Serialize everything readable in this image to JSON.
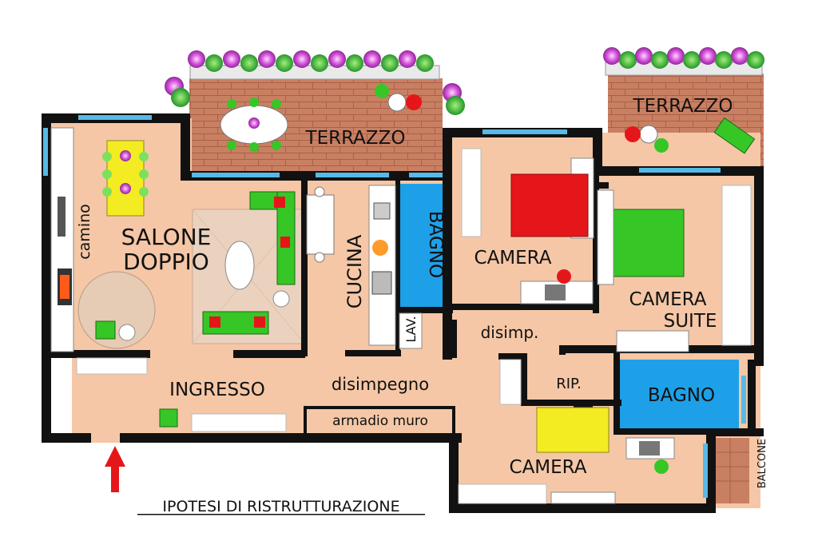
{
  "title": "IPOTESI DI RISTRUTTURAZIONE",
  "rooms": {
    "terrazzo_left": "TERRAZZO",
    "terrazzo_right": "TERRAZZO",
    "salone_line1": "SALONE",
    "salone_line2": "DOPPIO",
    "camino": "camino",
    "cucina": "CUCINA",
    "bagno_small": "BAGNO",
    "lav": "LAV.",
    "camera_top": "CAMERA",
    "camera_suite_line1": "CAMERA",
    "camera_suite_line2": "SUITE",
    "disimp": "disimp.",
    "ingresso": "INGRESSO",
    "disimpegno": "disimpegno",
    "armadio_muro": "armadio muro",
    "rip": "RIP.",
    "bagno_large": "BAGNO",
    "camera_bottom": "CAMERA",
    "balcone": "BALCONE"
  },
  "colors": {
    "floor": "#f5c7a6",
    "terrace": "#c97f61",
    "wall": "#111111",
    "window": "#56b9e6",
    "bathroom": "#1ea0e8",
    "bed_red": "#e5161a",
    "bed_green": "#36c626",
    "bed_yellow": "#f4ec22",
    "entrance_arrow": "#e5161a"
  }
}
